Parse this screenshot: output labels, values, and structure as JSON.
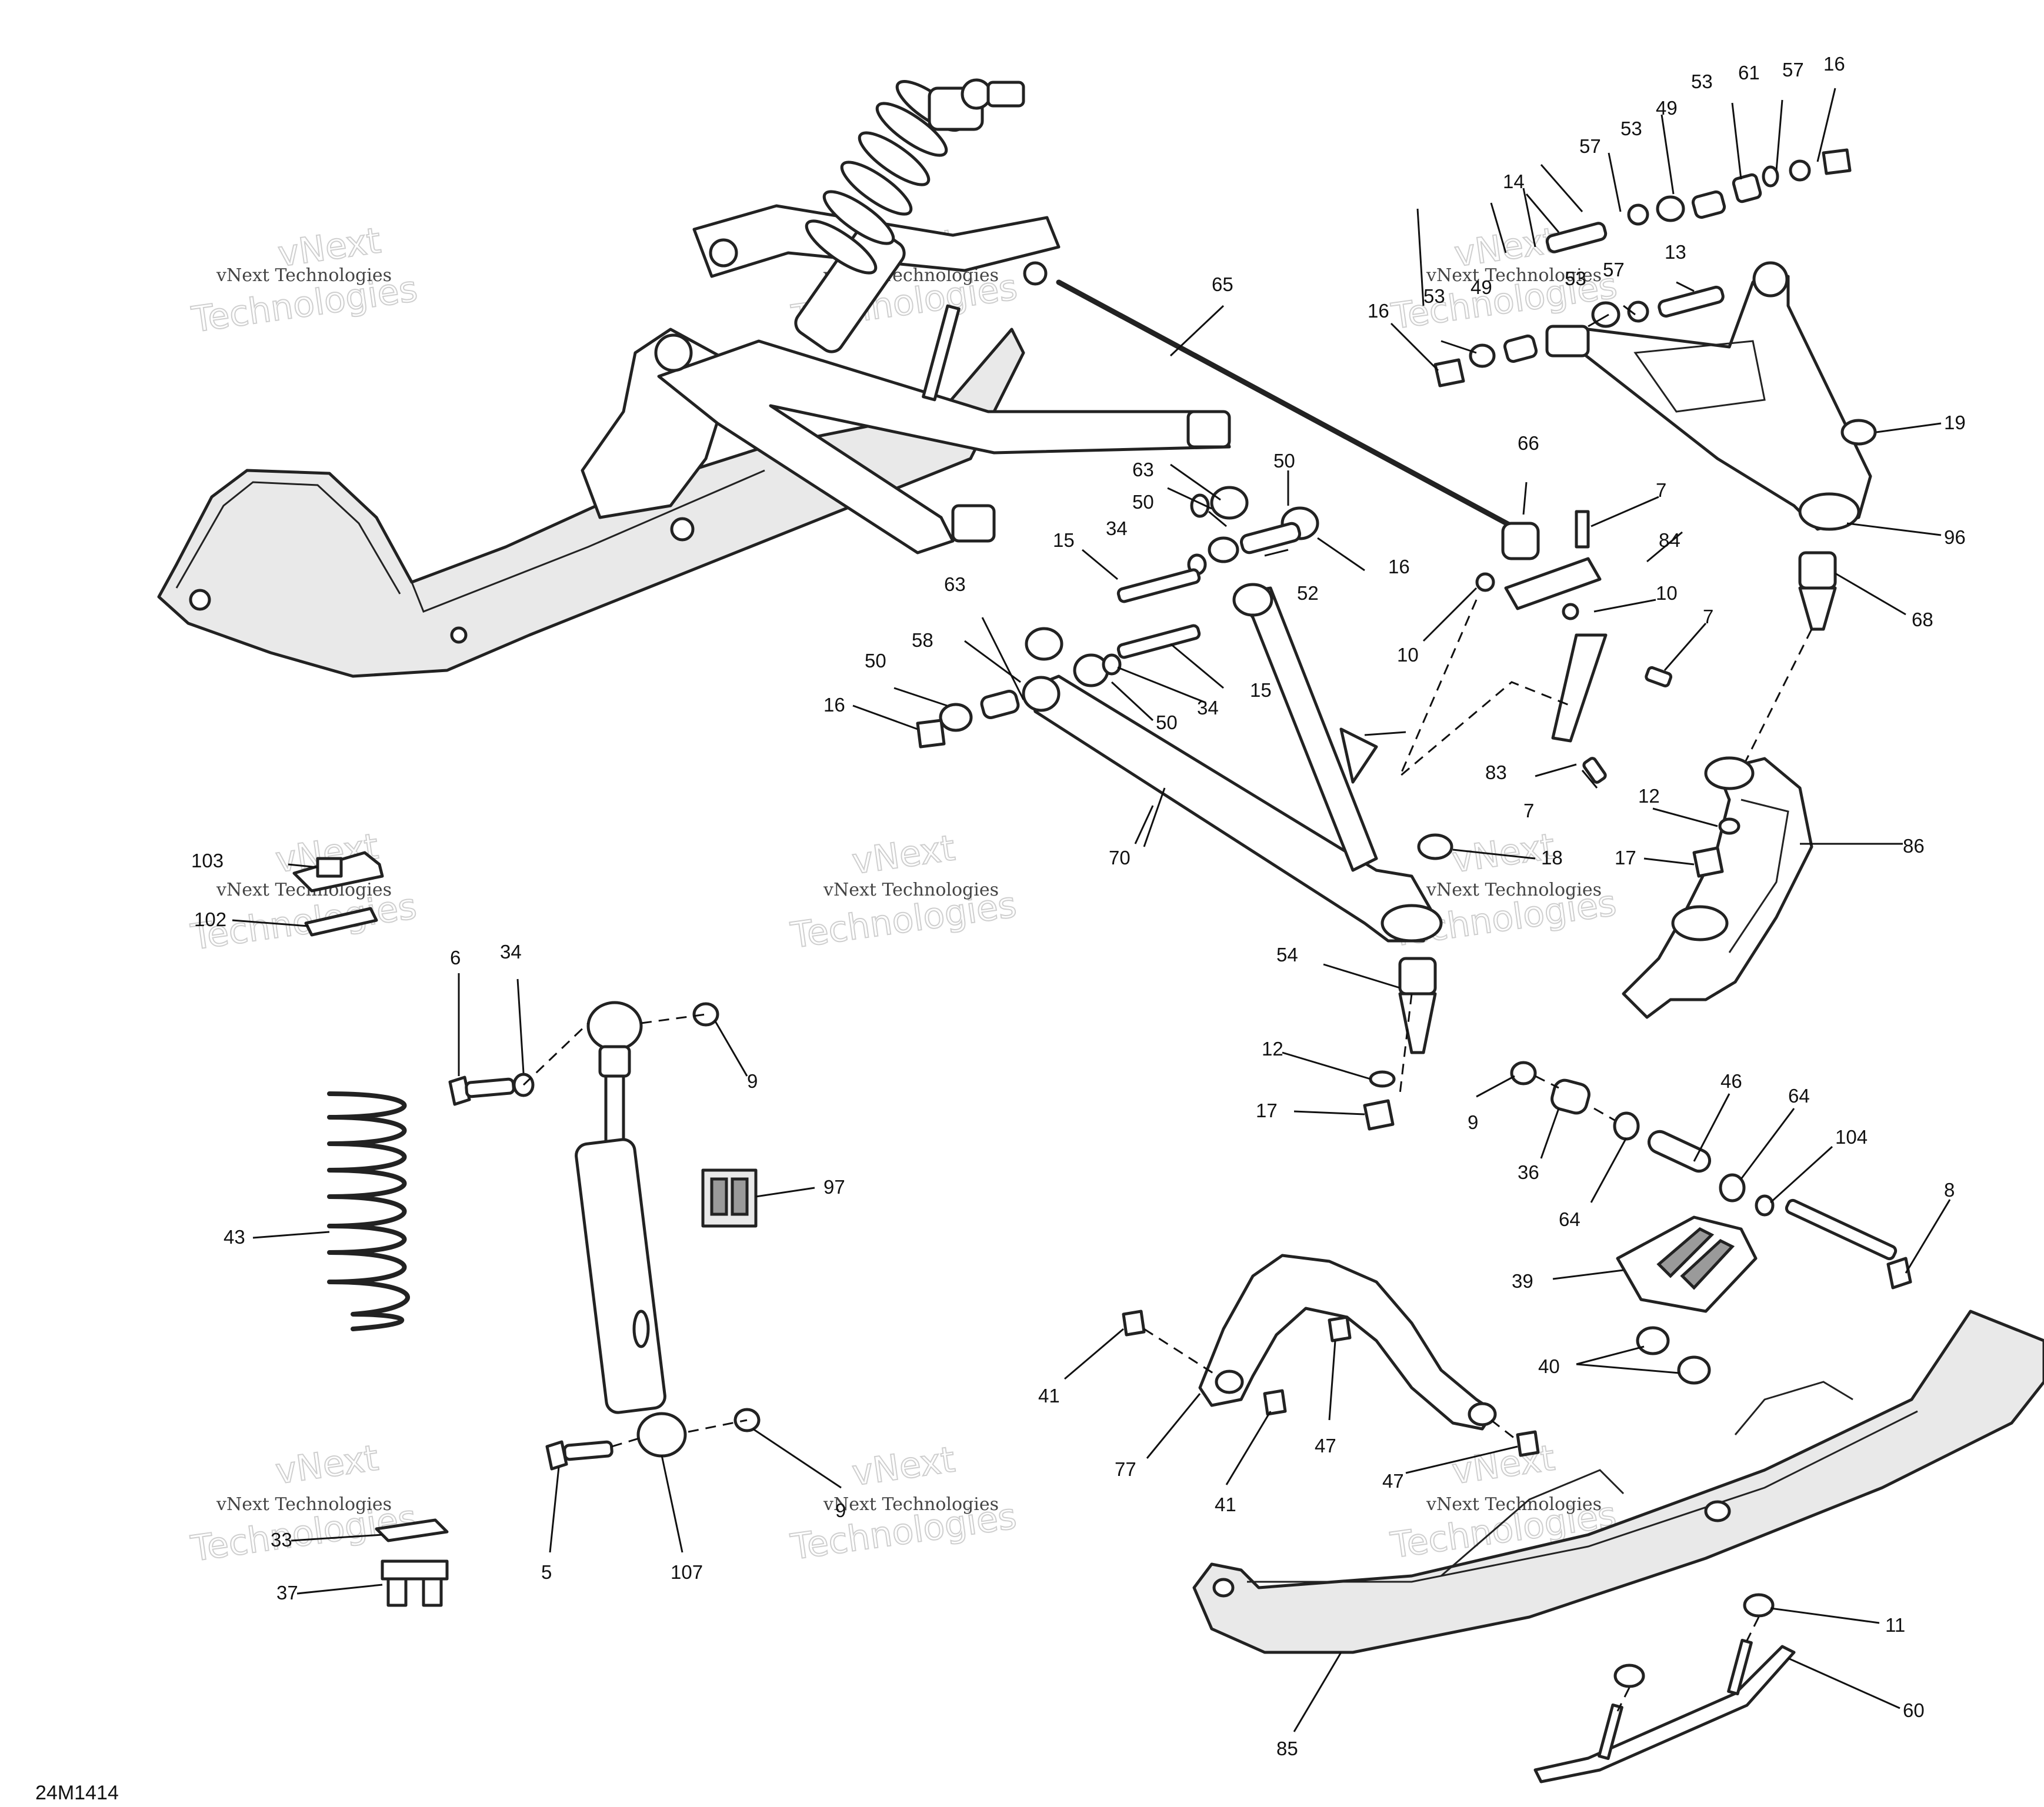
{
  "figure_code": "24M1414",
  "watermark": {
    "line_small": "vNext Technologies",
    "line_big_1": "vNext",
    "line_big_2": "Technologies"
  },
  "callouts": {
    "c5": "5",
    "c6": "6",
    "c7a": "7",
    "c7b": "7",
    "c7c": "7",
    "c8": "8",
    "c9a": "9",
    "c9b": "9",
    "c9c": "9",
    "c10a": "10",
    "c10b": "10",
    "c11": "11",
    "c12a": "12",
    "c12b": "12",
    "c13": "13",
    "c14": "14",
    "c15a": "15",
    "c15b": "15",
    "c16a": "16",
    "c16b": "16",
    "c16c": "16",
    "c16d": "16",
    "c17a": "17",
    "c17b": "17",
    "c18": "18",
    "c19": "19",
    "c33": "33",
    "c34a": "34",
    "c34b": "34",
    "c34c": "34",
    "c36": "36",
    "c37": "37",
    "c39": "39",
    "c40": "40",
    "c41a": "41",
    "c41b": "41",
    "c43": "43",
    "c46": "46",
    "c47a": "47",
    "c47b": "47",
    "c49a": "49",
    "c49b": "49",
    "c50a": "50",
    "c50b": "50",
    "c50c": "50",
    "c50d": "50",
    "c52": "52",
    "c53a": "53",
    "c53b": "53",
    "c53c": "53",
    "c53d": "53",
    "c54": "54",
    "c57a": "57",
    "c57b": "57",
    "c57c": "57",
    "c58": "58",
    "c60": "60",
    "c61": "61",
    "c63a": "63",
    "c63b": "63",
    "c64a": "64",
    "c64b": "64",
    "c65": "65",
    "c66": "66",
    "c68": "68",
    "c70": "70",
    "c77": "77",
    "c83": "83",
    "c84": "84",
    "c85": "85",
    "c86": "86",
    "c96": "96",
    "c97": "97",
    "c102": "102",
    "c103": "103",
    "c104": "104",
    "c107": "107"
  }
}
